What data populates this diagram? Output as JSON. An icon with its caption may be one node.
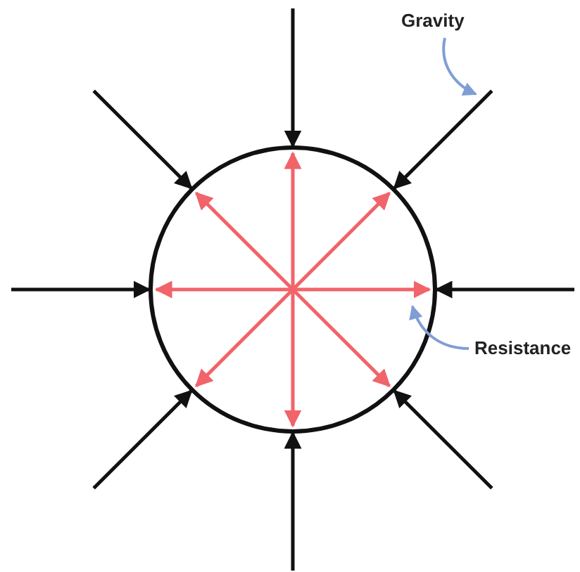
{
  "diagram": {
    "nodes": [
      {
        "text": [
          "Gravity"
        ]
      },
      {
        "text": [
          "Resistance"
        ]
      }
    ],
    "edges": [
      {
        "from": 0,
        "to": null,
        "arrow": "to"
      },
      {
        "from": 1,
        "to": null,
        "arrow": "to"
      }
    ]
  }
}
